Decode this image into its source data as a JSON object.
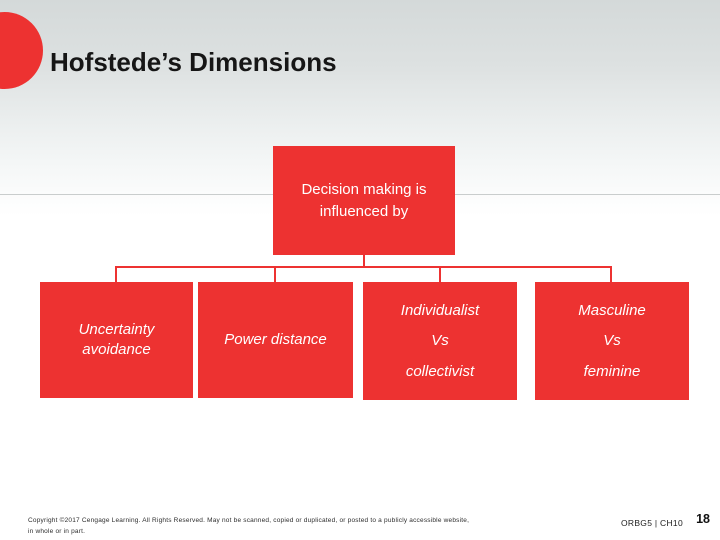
{
  "slide": {
    "title": "Hofstede’s Dimensions",
    "colors": {
      "accent_red": "#ed3231",
      "divider_gray": "#c9cdcd",
      "background_top_gray": "#d4d9d9",
      "box_text": "#ffffff",
      "title_text": "#161616"
    },
    "diagram": {
      "root": {
        "label": "Decision making is influenced by"
      },
      "children": [
        {
          "line1": "Uncertainty",
          "line2": "avoidance"
        },
        {
          "line1": "Power distance"
        },
        {
          "line1": "Individualist",
          "line2": "Vs",
          "line3": "collectivist"
        },
        {
          "line1": "Masculine",
          "line2": "Vs",
          "line3": "feminine"
        }
      ]
    },
    "footer": {
      "copyright_line1": "Copyright ©2017 Cengage Learning. All Rights Reserved. May not be scanned, copied or duplicated, or posted to a publicly accessible website,",
      "copyright_line2": "in whole or in part.",
      "course_code": "ORBG5 | CH10",
      "page_number": "18"
    }
  }
}
